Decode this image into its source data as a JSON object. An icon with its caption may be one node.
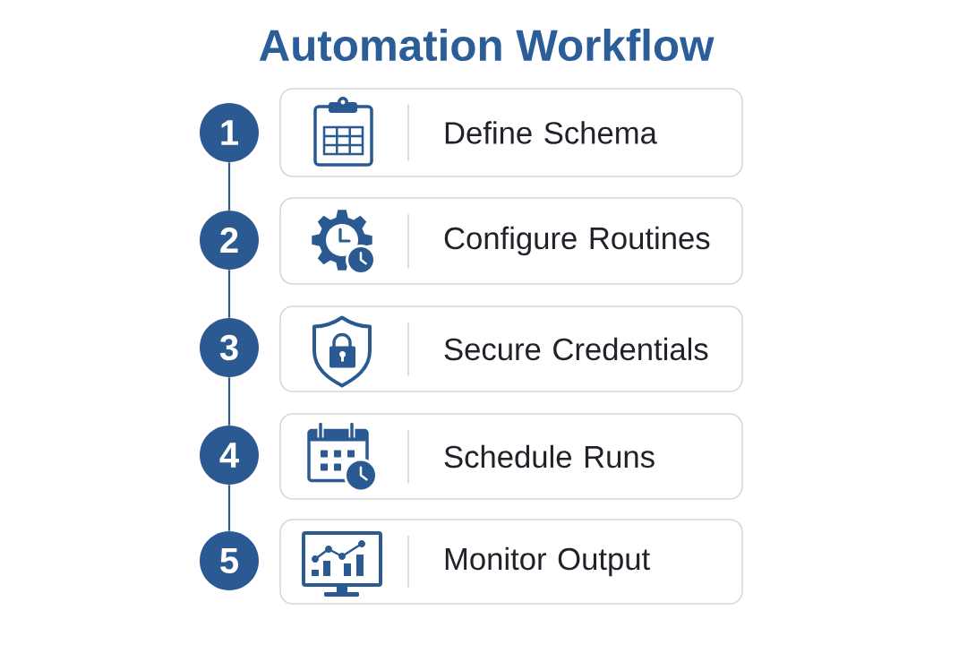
{
  "diagram": {
    "title": "Automation Workflow",
    "nodes": [
      {
        "text": [
          "1"
        ]
      },
      {
        "text": [
          "Define Schema"
        ]
      },
      {
        "text": [
          "2"
        ]
      },
      {
        "text": [
          "Configure Routines"
        ]
      },
      {
        "text": [
          "3"
        ]
      },
      {
        "text": [
          "Secure Credentials"
        ]
      },
      {
        "text": [
          "4"
        ]
      },
      {
        "text": [
          "Schedule Runs"
        ]
      },
      {
        "text": [
          "5"
        ]
      },
      {
        "text": [
          "Monitor Output"
        ]
      }
    ],
    "edges": [
      {
        "from": 0,
        "to": 2,
        "arrow": "none"
      },
      {
        "from": 2,
        "to": 4,
        "arrow": "none"
      },
      {
        "from": 4,
        "to": 6,
        "arrow": "none"
      },
      {
        "from": 6,
        "to": 8,
        "arrow": "none"
      }
    ]
  }
}
